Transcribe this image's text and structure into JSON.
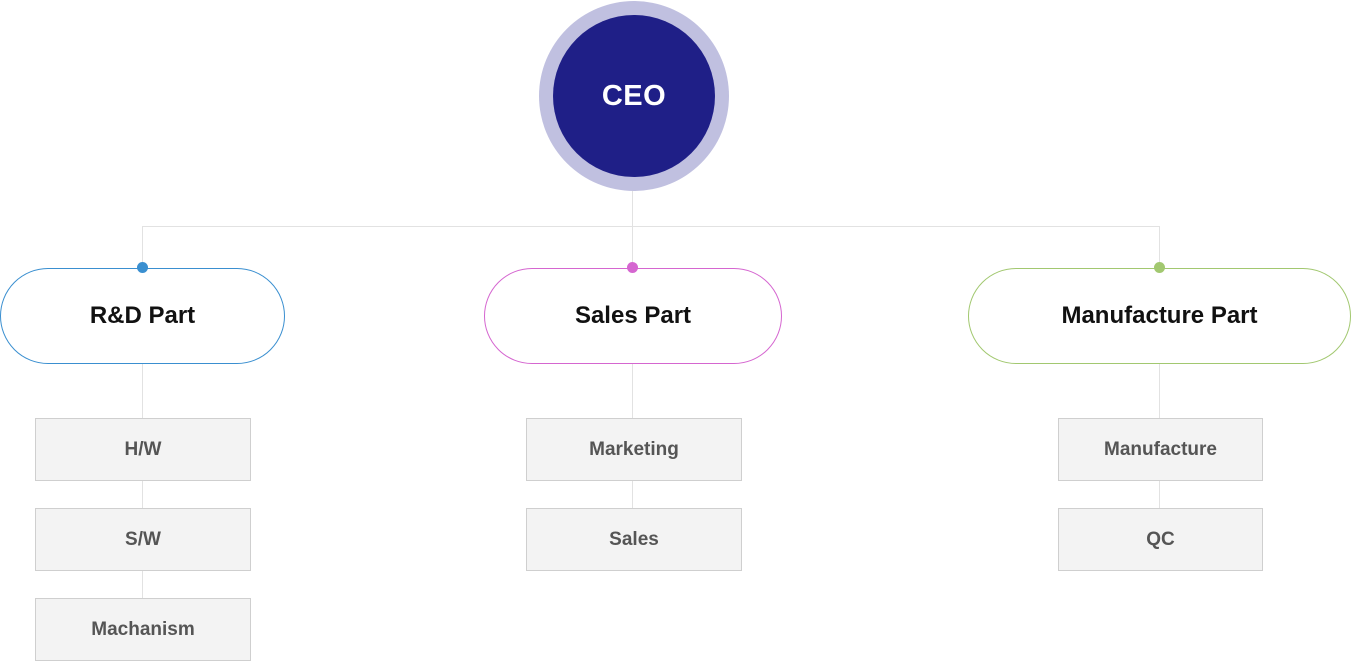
{
  "ceo": {
    "label": "CEO"
  },
  "departments": [
    {
      "label": "R&D Part",
      "color": "#3a8fd0",
      "units": [
        "H/W",
        "S/W",
        "Machanism"
      ]
    },
    {
      "label": "Sales Part",
      "color": "#d566d0",
      "units": [
        "Marketing",
        "Sales"
      ]
    },
    {
      "label": "Manufacture Part",
      "color": "#a2c870",
      "units": [
        "Manufacture",
        "QC"
      ]
    }
  ],
  "colors": {
    "ceo_fill": "#1f1f87",
    "ceo_ring": "#c0c0e0",
    "connector": "#e2e2e2",
    "unit_fill": "#f3f3f3",
    "unit_border": "#cfcfcf"
  }
}
